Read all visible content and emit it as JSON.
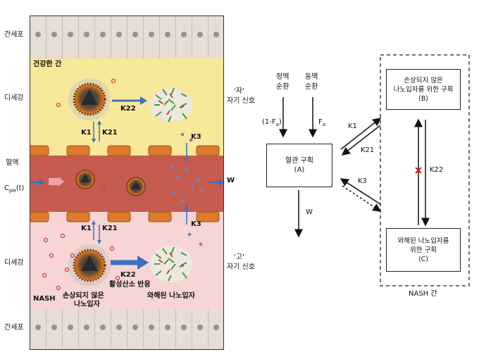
{
  "left_panel": {
    "side_labels": {
      "hepatocyte_top": "간세포",
      "disse_top": "디세강",
      "blood": "혈액",
      "input": "C",
      "input_sub": "pH",
      "input_suffix": "(t)",
      "disse_bottom": "디세강",
      "hepatocyte_bottom": "간세포"
    },
    "healthy_liver": "건강한 간",
    "nash": "NASH",
    "rate_labels": {
      "k22_top": "K22",
      "k1_top": "K1",
      "k21_top": "K21",
      "k3_top": "K3",
      "k1_bottom": "K1",
      "k21_bottom": "K21",
      "k3_bottom": "K3",
      "k22_bottom": "K22",
      "w": "W"
    },
    "ros_reaction": "활성산소 반응",
    "intact_np": [
      "손상되지 않은",
      "나노입자"
    ],
    "degraded_np": "와해된 나노입자",
    "self_signal_top": [
      "'자'",
      "자기 신호"
    ],
    "self_signal_bottom": [
      "'고'",
      "자기 신호"
    ]
  },
  "right_panel": {
    "portal": [
      "정맥",
      "순환"
    ],
    "arterial": [
      "동맥",
      "순환"
    ],
    "one_minus_fa": "(1-F",
    "one_minus_fa_sub": "a",
    "one_minus_fa_close": ")",
    "fa": "F",
    "fa_sub": "a",
    "vascular_box": [
      "혈관 구획",
      "(A)"
    ],
    "intact_box": [
      "손상되지 않은",
      "나노입자를 위한 구획",
      "(B)"
    ],
    "degraded_box": [
      "와해된 나노입자를",
      "위한 구획",
      "(C)"
    ],
    "k1": "K1",
    "k21": "K21",
    "k3": "K3",
    "k22": "K22",
    "w": "W",
    "nash_liver": "NASH 간"
  },
  "colors": {
    "hepatocyte": "#e4dcd4",
    "disse_healthy": "#f8e89a",
    "blood": "#c85a4e",
    "disse_nash": "#f8d6d6",
    "rbc": "#e0782a",
    "arrow_blue": "#3a6fc4",
    "cross_red": "#e02020"
  }
}
